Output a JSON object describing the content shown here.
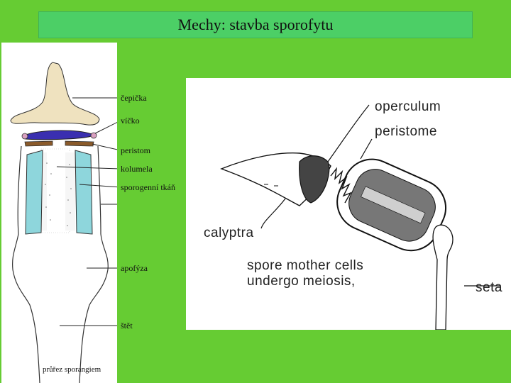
{
  "title": "Mechy: stavba sporofytu",
  "left_labels": {
    "cepicka": "čepička",
    "vicko": "víčko",
    "peristom": "peristom",
    "kolumela": "kolumela",
    "sporogenni": "sporogenní tkáň",
    "apofyza": "apofýza",
    "stet": "štět"
  },
  "caption": "průřez sporangiem",
  "right_labels": {
    "operculum": "operculum",
    "peristome": "peristome",
    "calyptra": "calyptra",
    "spore_line1": "spore mother cells",
    "spore_line2": "undergo meiosis,",
    "seta": "seta"
  },
  "colors": {
    "background": "#66cc33",
    "title_bar": "#4ccf66",
    "calyptra_fill": "#efe2bf",
    "operculum_fill": "#3a2fb0",
    "peristome_fill": "#8a5a2a",
    "sporogenous_fill": "#8ed6dc"
  }
}
